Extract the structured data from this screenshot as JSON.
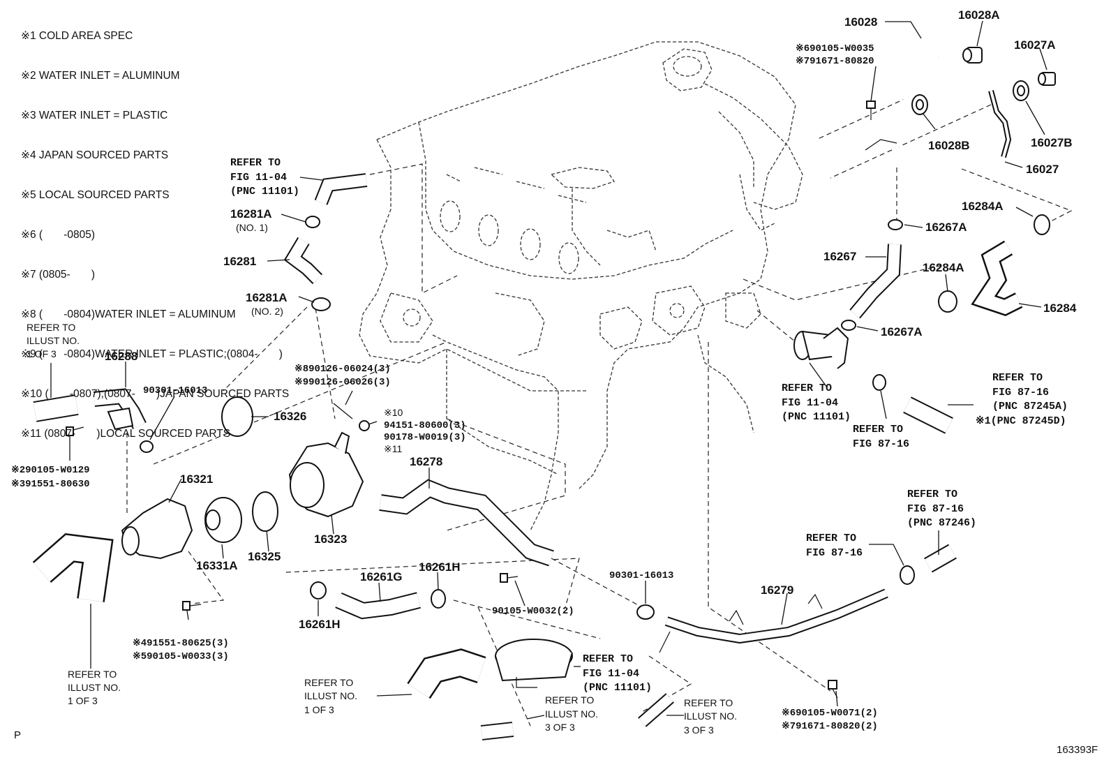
{
  "notes": [
    "※1 COLD AREA SPEC",
    "※2 WATER INLET = ALUMINUM",
    "※3 WATER INLET = PLASTIC",
    "※4 JAPAN SOURCED PARTS",
    "※5 LOCAL SOURCED PARTS",
    "※6 (       -0805)",
    "※7 (0805-       )",
    "※8 (       -0804)WATER INLET = ALUMINUM",
    "※9 (       -0804)WATER INLET = PLASTIC;(0804-       )",
    "※10 (       -0807);(0807-       )JAPAN SOURCED PARTS",
    "※11 (0807-       )LOCAL SOURCED PARTS"
  ],
  "labels": {
    "p16028": "16028",
    "p16028A": "16028A",
    "p16027A": "16027A",
    "p16028_bolt_a": "※690105-W0035",
    "p16028_bolt_b": "※791671-80820",
    "p16028B": "16028B",
    "p16027B": "16027B",
    "p16027": "16027",
    "ref_top_1": "REFER TO",
    "ref_top_2": "FIG 11-04",
    "ref_top_3": "(PNC 11101)",
    "p16281A_1": "16281A",
    "p16281A_1_sub": "(NO. 1)",
    "p16281": "16281",
    "p16281A_2": "16281A",
    "p16281A_2_sub": "(NO. 2)",
    "p16284A_top": "16284A",
    "p16267A_top": "16267A",
    "p16267": "16267",
    "p16284A_mid": "16284A",
    "p16284": "16284",
    "p16267A_bot": "16267A",
    "ref_left_1": "REFER TO",
    "ref_left_2": "ILLUST NO.",
    "ref_left_3": "1 OF 3",
    "p16288": "16288",
    "p90301_16013_a": "90301-16013",
    "p_890126": "※890126-06024(3)",
    "p_990126": "※990126-06026(3)",
    "p16326": "16326",
    "p_note10": "※10",
    "p94151": "94151-80600(3)",
    "p90178": "90178-W0019(3)",
    "p_note11": "※11",
    "ref_mid_1": "REFER TO",
    "ref_mid_2": "FIG 11-04",
    "ref_mid_3": "(PNC 11101)",
    "ref_87_1": "REFER TO",
    "ref_87_2": "FIG 87-16",
    "ref_87a_1": "REFER TO",
    "ref_87a_2": "FIG 87-16",
    "ref_87a_3": "(PNC 87245A)",
    "ref_87a_4": "※1(PNC 87245D)",
    "p90105_w0129": "※290105-W0129",
    "p91551_80630": "※391551-80630",
    "p16321": "16321",
    "p16278": "16278",
    "p16331A": "16331A",
    "p16325": "16325",
    "p16323": "16323",
    "ref_87b_1": "REFER TO",
    "ref_87b_2": "FIG 87-16",
    "ref_87b_3": "(PNC 87246)",
    "ref_87c_1": "REFER TO",
    "ref_87c_2": "FIG 87-16",
    "p16261G": "16261G",
    "p16261H_top": "16261H",
    "p16261H_bot": "16261H",
    "p90301_16013_b": "90301-16013",
    "p90105_w0032": "90105-W0032(2)",
    "p16279": "16279",
    "p91551_80625": "※491551-80625(3)",
    "p90105_w0033": "※590105-W0033(3)",
    "ref_bl_1": "REFER TO",
    "ref_bl_2": "ILLUST NO.",
    "ref_bl_3": "1 OF 3",
    "ref_bc_1": "REFER TO",
    "ref_bc_2": "ILLUST NO.",
    "ref_bc_3": "1 OF 3",
    "ref_fig11_1": "REFER TO",
    "ref_fig11_2": "FIG 11-04",
    "ref_fig11_3": "(PNC 11101)",
    "ref_il3a_1": "REFER TO",
    "ref_il3a_2": "ILLUST NO.",
    "ref_il3a_3": "3 OF 3",
    "ref_il3b_1": "REFER TO",
    "ref_il3b_2": "ILLUST NO.",
    "ref_il3b_3": "3 OF 3",
    "p90105_w0071": "※690105-W0071(2)",
    "p91671_80820": "※791671-80820(2)"
  },
  "corner_left": "P",
  "corner_right": "163393F"
}
